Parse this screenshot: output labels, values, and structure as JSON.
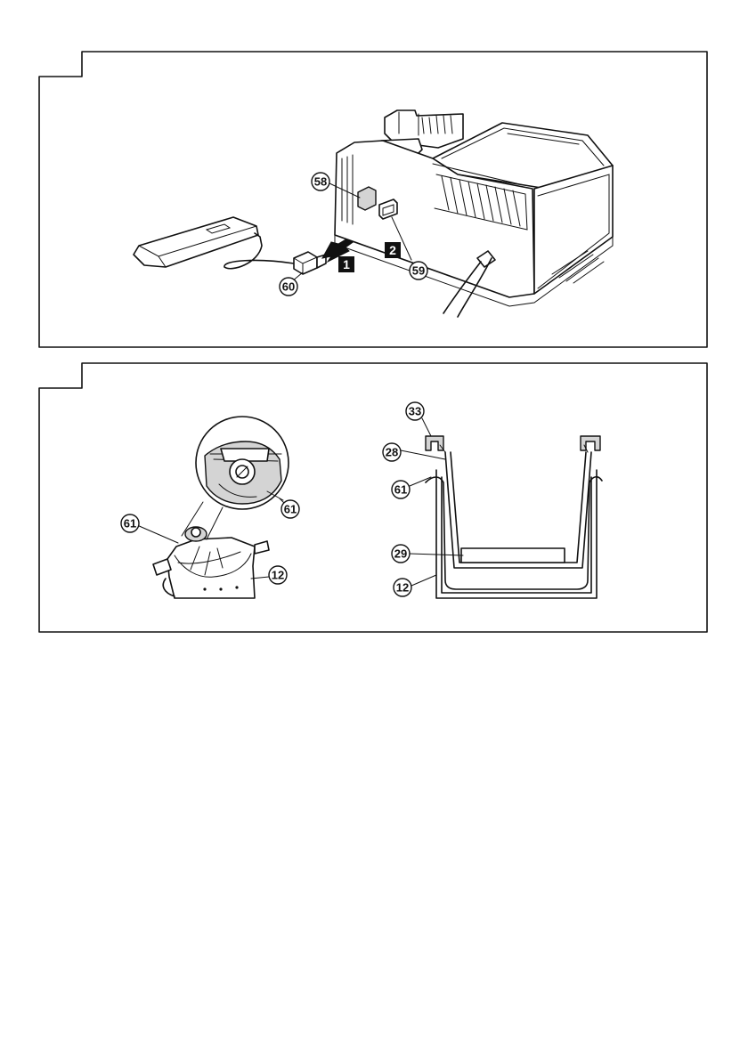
{
  "panel_1": {
    "callouts": {
      "c58": "58",
      "c59": "59",
      "c60": "60"
    },
    "steps": {
      "s1": "1",
      "s2": "2"
    }
  },
  "panel_2": {
    "callouts": {
      "c61_left": "61",
      "c61_zoom": "61",
      "c12_left": "12",
      "c33": "33",
      "c28": "28",
      "c61_right": "61",
      "c29": "29",
      "c12_right": "12"
    }
  }
}
